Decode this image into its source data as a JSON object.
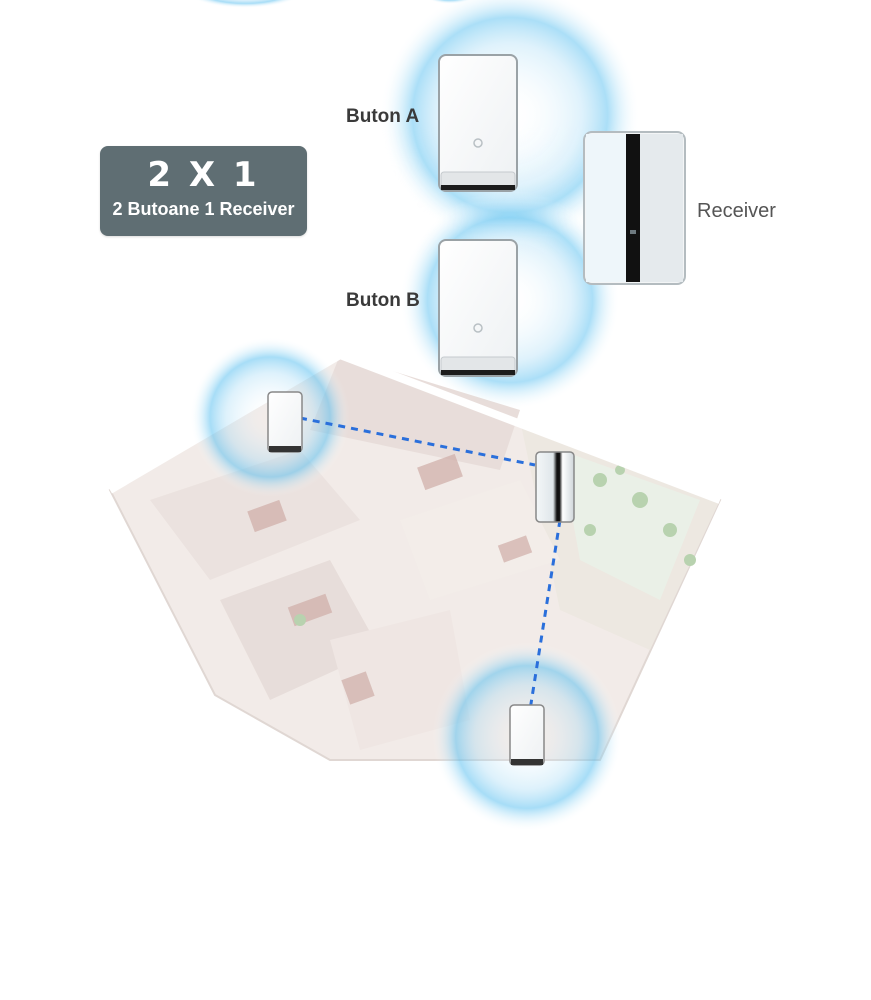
{
  "badge": {
    "title": "2 X 1",
    "subtitle": "2 Butoane 1 Receiver"
  },
  "labels": {
    "button_a": "Buton A",
    "button_b": "Buton B",
    "receiver": "Receiver"
  },
  "colors": {
    "badge_bg": "#5f6e73",
    "signal_blue": "#39a9e6",
    "link_dash": "#2a6fdb"
  },
  "icons": [
    "signal-wave-icon",
    "doorbell-button-icon",
    "receiver-unit-icon",
    "floor-plan-illustration"
  ]
}
